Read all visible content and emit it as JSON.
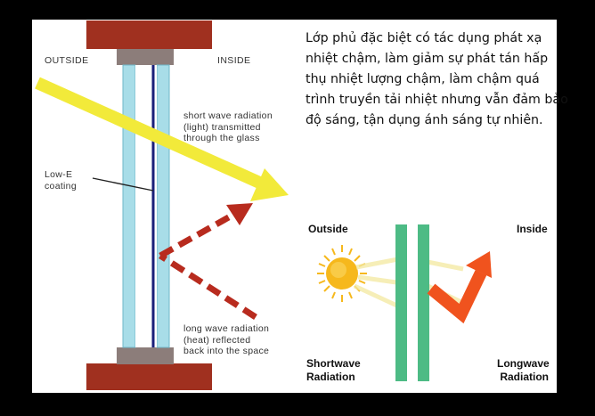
{
  "left_diagram": {
    "outside_label": "OUTSIDE",
    "inside_label": "INSIDE",
    "short_wave_label": [
      "short wave radiation",
      "(light) transmitted",
      "through the glass"
    ],
    "lowe_label": [
      "Low-E",
      "coating"
    ],
    "long_wave_label": [
      "long wave radiation",
      "(heat) reflected",
      "back into the space"
    ]
  },
  "description": "Lớp phủ đặc biệt có tác dụng phát xạ nhiệt chậm, làm giảm sự phát tán hấp thụ nhiệt lượng chậm, làm chậm quá trình truyền tải nhiệt nhưng vẫn đảm bảo độ sáng, tận dụng ánh sáng tự nhiên.",
  "right_diagram": {
    "outside_label": "Outside",
    "inside_label": "Inside",
    "shortwave_label": [
      "Shortwave",
      "Radiation"
    ],
    "longwave_label": [
      "Longwave",
      "Radiation"
    ]
  },
  "colors": {
    "frame": "#a0301f",
    "spacer": "#8c7d7a",
    "glass": "#a8dde8",
    "lowe_line": "#1a1f7a",
    "sun_arrow": "#f2ea3a",
    "heat_arrow": "#b82b1e",
    "green_pane": "#4dbb85",
    "orange_arrow": "#f0531e",
    "sun": "#f6b81c"
  }
}
